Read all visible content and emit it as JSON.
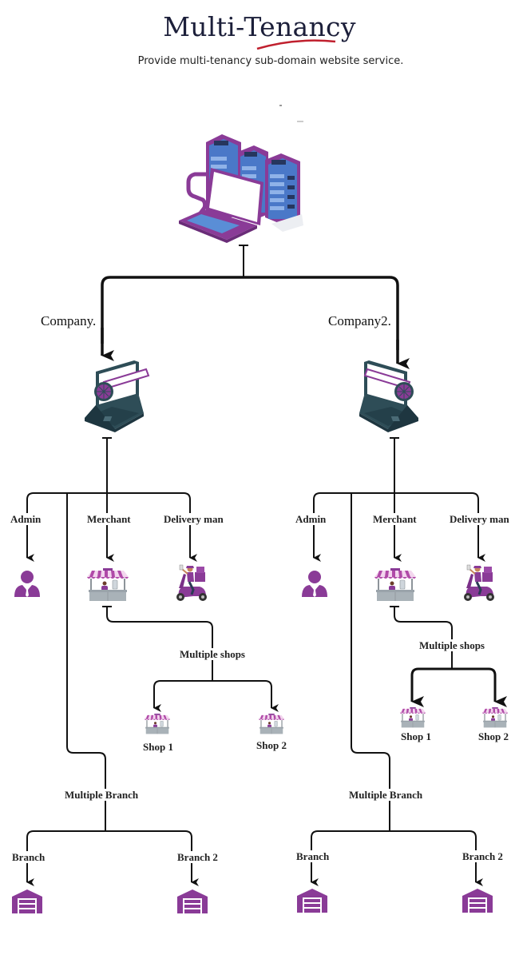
{
  "header": {
    "title": "Multi-Tenancy",
    "subtitle": "Provide multi-tenancy sub-domain website service.",
    "underline_color": "#c0202e"
  },
  "root_node": {
    "icon": "server-laptop-icon"
  },
  "companies": [
    {
      "label": "Company.",
      "icon": "laptop-globe-icon",
      "roles": [
        {
          "label": "Admin",
          "icon": "admin-user-icon"
        },
        {
          "label": "Merchant",
          "icon": "market-stall-icon"
        },
        {
          "label": "Delivery man",
          "icon": "delivery-scooter-icon"
        }
      ],
      "shops_group": {
        "label": "Multiple shops",
        "shops": [
          {
            "label": "Shop 1"
          },
          {
            "label": "Shop 2"
          }
        ]
      },
      "branch_group": {
        "label": "Multiple Branch",
        "branches": [
          {
            "label": "Branch"
          },
          {
            "label": "Branch 2"
          }
        ]
      }
    },
    {
      "label": "Company2.",
      "icon": "laptop-globe-icon",
      "roles": [
        {
          "label": "Admin",
          "icon": "admin-user-icon"
        },
        {
          "label": "Merchant",
          "icon": "market-stall-icon"
        },
        {
          "label": "Delivery man",
          "icon": "delivery-scooter-icon"
        }
      ],
      "shops_group": {
        "label": "Multiple shops",
        "shops": [
          {
            "label": "Shop 1"
          },
          {
            "label": "Shop 2"
          }
        ]
      },
      "branch_group": {
        "label": "Multiple Branch",
        "branches": [
          {
            "label": "Branch"
          },
          {
            "label": "Branch 2"
          }
        ]
      }
    }
  ],
  "colors": {
    "accent_purple": "#8a3b97",
    "server_blue": "#4a78c8",
    "laptop_teal": "#2e4d57",
    "connector": "#111111"
  }
}
